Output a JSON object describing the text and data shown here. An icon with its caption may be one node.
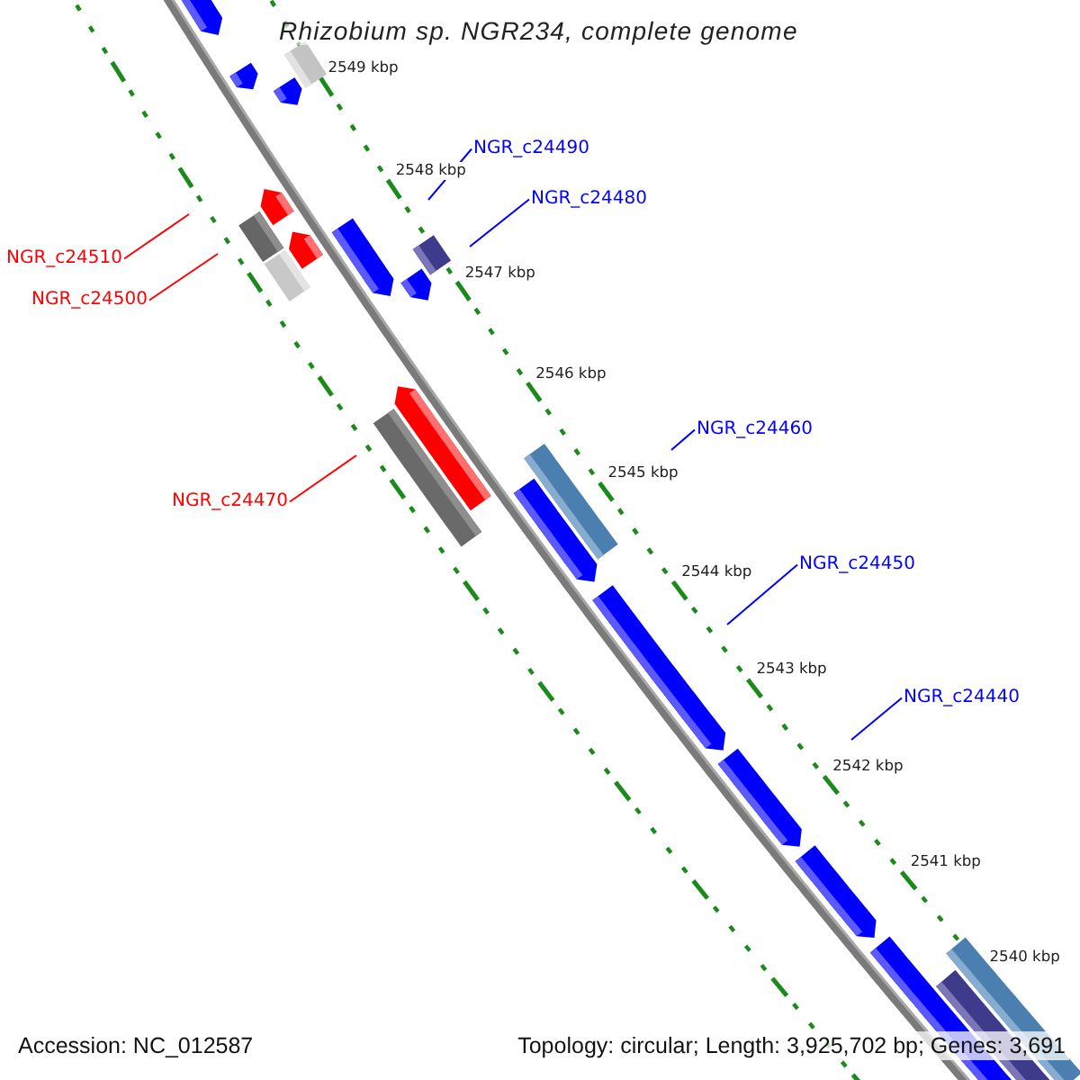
{
  "diagram": {
    "title": "Rhizobium sp. NGR234, complete genome",
    "nodes": [
      {
        "text": [
          "NGR_c24490"
        ]
      },
      {
        "text": [
          "NGR_c24480"
        ]
      },
      {
        "text": [
          "NGR_c24510"
        ]
      },
      {
        "text": [
          "NGR_c24500"
        ]
      },
      {
        "text": [
          "NGR_c24460"
        ]
      },
      {
        "text": [
          "NGR_c24470"
        ]
      },
      {
        "text": [
          "NGR_c24450"
        ]
      },
      {
        "text": [
          "NGR_c24440"
        ]
      }
    ],
    "edges": [
      {
        "from": 0,
        "to": null,
        "arrow": "none"
      },
      {
        "from": 1,
        "to": null,
        "arrow": "none"
      },
      {
        "from": 2,
        "to": null,
        "arrow": "none",
        "color": "#ff0000"
      },
      {
        "from": 3,
        "to": null,
        "arrow": "none",
        "color": "#ff0000"
      },
      {
        "from": 4,
        "to": null,
        "arrow": "none"
      },
      {
        "from": 5,
        "to": null,
        "arrow": "none",
        "color": "#ff0000"
      },
      {
        "from": 6,
        "to": null,
        "arrow": "none"
      },
      {
        "from": 7,
        "to": null,
        "arrow": "none"
      }
    ],
    "labels": [
      "2549 kbp",
      "2548 kbp",
      "2547 kbp",
      "2546 kbp",
      "2545 kbp",
      "2544 kbp",
      "2543 kbp",
      "2542 kbp",
      "2541 kbp",
      "2540 kbp",
      "Accession: NC_012587",
      "Topology: circular; Length: 3,925,702 bp; Genes: 3,691"
    ]
  }
}
